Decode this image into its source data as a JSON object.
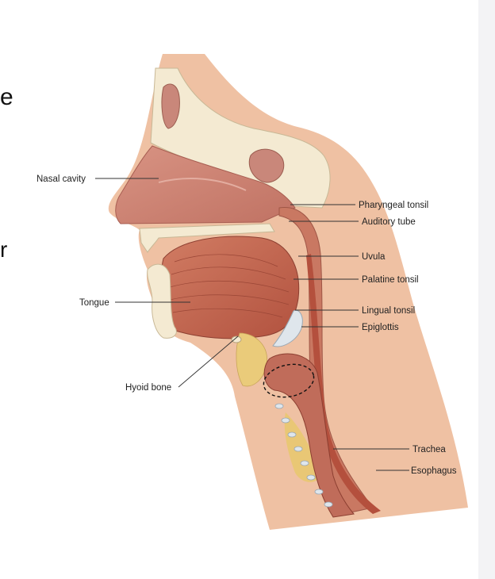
{
  "edge_text": {
    "top": "e",
    "middle": "r"
  },
  "labels": {
    "nasal_cavity": "Nasal cavity",
    "tongue": "Tongue",
    "hyoid_bone": "Hyoid bone",
    "pharyngeal_tonsil": "Pharyngeal tonsil",
    "auditory_tube": "Auditory tube",
    "uvula": "Uvula",
    "palatine_tonsil": "Palatine tonsil",
    "lingual_tonsil": "Lingual tonsil",
    "epiglottis": "Epiglottis",
    "trachea": "Trachea",
    "esophagus": "Esophagus"
  },
  "colors": {
    "skin": "#efc1a3",
    "muscle": "#c46a55",
    "bone": "#f4ead2",
    "cartilage": "#dfe6ec",
    "fat": "#eacb7a"
  }
}
